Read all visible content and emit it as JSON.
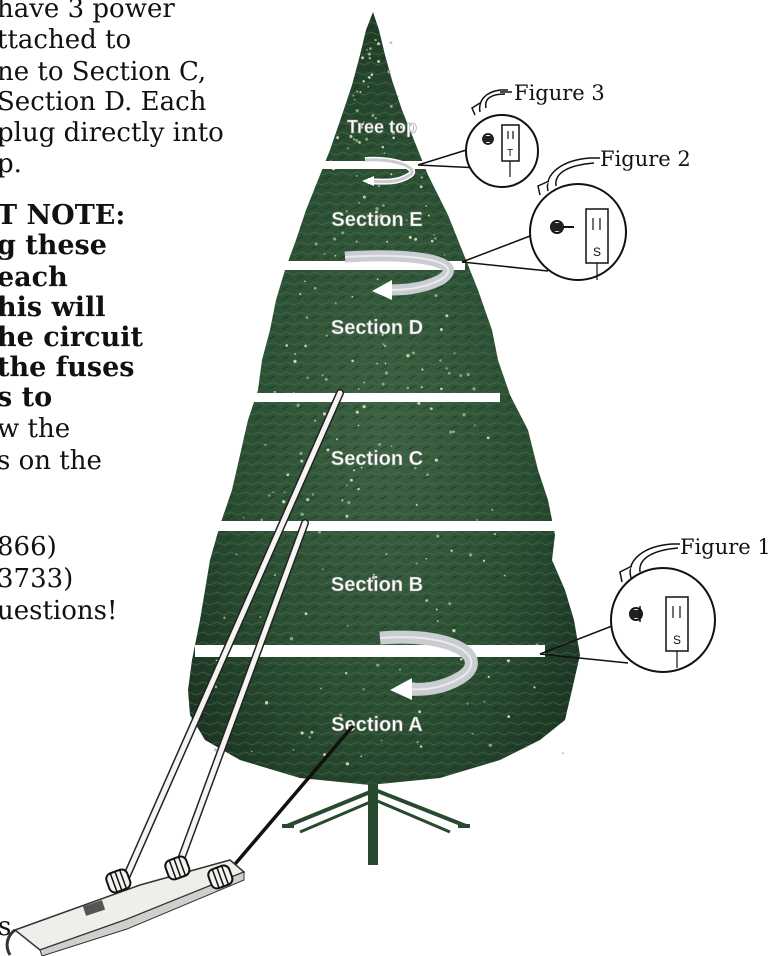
{
  "instructions": {
    "lines": [
      {
        "text": "have 3 power",
        "style": "normal"
      },
      {
        "text": "ttached to",
        "style": "normal"
      },
      {
        "text": "ne to Section C,",
        "style": "normal"
      },
      {
        "text": "Section D. Each",
        "style": "normal"
      },
      {
        "text": "plug directly into",
        "style": "normal"
      },
      {
        "text": "p.",
        "style": "normal"
      },
      {
        "text": "T NOTE:",
        "style": "bold"
      },
      {
        "text": "g these",
        "style": "bold"
      },
      {
        "text": "each",
        "style": "bold"
      },
      {
        "text": "his will",
        "style": "bold"
      },
      {
        "text": "he circuit",
        "style": "bold"
      },
      {
        "text": "the fuses",
        "style": "bold"
      },
      {
        "text": "s to",
        "style": "bold"
      },
      {
        "text": "w the",
        "style": "normal"
      },
      {
        "text": "s on the",
        "style": "normal"
      },
      {
        "text": "866)",
        "style": "normal"
      },
      {
        "text": "3733)",
        "style": "normal"
      },
      {
        "text": "uestions!",
        "style": "normal"
      }
    ],
    "footer": "s"
  },
  "tree": {
    "sections": [
      "Tree top",
      "Section E",
      "Section D",
      "Section C",
      "Section B",
      "Section A"
    ]
  },
  "figures": {
    "figure3": {
      "label": "Figure 3",
      "plug_letter": "T"
    },
    "figure2": {
      "label": "Figure 2",
      "plug_letter": "S"
    },
    "figure1": {
      "label": "Figure 1",
      "plug_letter": "S"
    }
  },
  "colors": {
    "tree_dark": "#1f3a26",
    "tree_mid": "#2d5134",
    "tree_light": "#4a6f4a",
    "divider": "#ffffff",
    "arrow_fill": "#c9ccd0",
    "trunk": "#2a4a30",
    "strip": "#eeeeea"
  }
}
